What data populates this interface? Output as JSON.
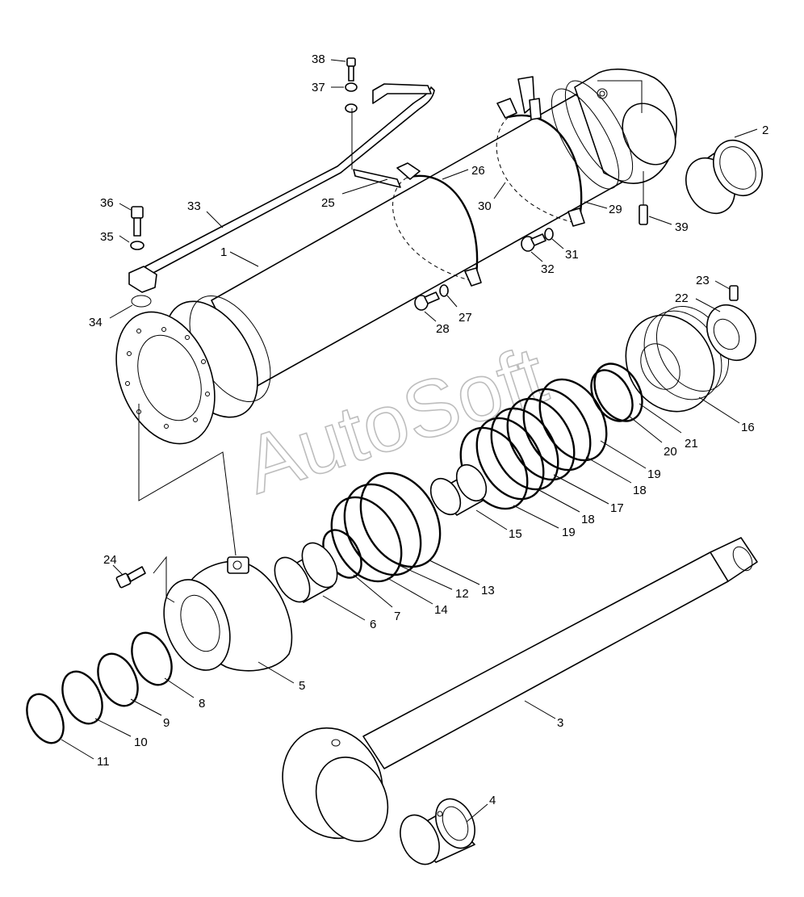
{
  "watermark": "AutoSoft",
  "callouts": [
    {
      "id": "p1",
      "label": "1"
    },
    {
      "id": "p2",
      "label": "2"
    },
    {
      "id": "p3",
      "label": "3"
    },
    {
      "id": "p4",
      "label": "4"
    },
    {
      "id": "p5",
      "label": "5"
    },
    {
      "id": "p6",
      "label": "6"
    },
    {
      "id": "p7",
      "label": "7"
    },
    {
      "id": "p8",
      "label": "8"
    },
    {
      "id": "p9",
      "label": "9"
    },
    {
      "id": "p10",
      "label": "10"
    },
    {
      "id": "p11",
      "label": "11"
    },
    {
      "id": "p12",
      "label": "12"
    },
    {
      "id": "p13",
      "label": "13"
    },
    {
      "id": "p14",
      "label": "14"
    },
    {
      "id": "p15",
      "label": "15"
    },
    {
      "id": "p16",
      "label": "16"
    },
    {
      "id": "p17",
      "label": "17"
    },
    {
      "id": "p18a",
      "label": "18"
    },
    {
      "id": "p18b",
      "label": "18"
    },
    {
      "id": "p19a",
      "label": "19"
    },
    {
      "id": "p19b",
      "label": "19"
    },
    {
      "id": "p20",
      "label": "20"
    },
    {
      "id": "p21",
      "label": "21"
    },
    {
      "id": "p22",
      "label": "22"
    },
    {
      "id": "p23",
      "label": "23"
    },
    {
      "id": "p24",
      "label": "24"
    },
    {
      "id": "p25",
      "label": "25"
    },
    {
      "id": "p26",
      "label": "26"
    },
    {
      "id": "p27",
      "label": "27"
    },
    {
      "id": "p28",
      "label": "28"
    },
    {
      "id": "p29",
      "label": "29"
    },
    {
      "id": "p30",
      "label": "30"
    },
    {
      "id": "p31",
      "label": "31"
    },
    {
      "id": "p32",
      "label": "32"
    },
    {
      "id": "p33",
      "label": "33"
    },
    {
      "id": "p34",
      "label": "34"
    },
    {
      "id": "p35",
      "label": "35"
    },
    {
      "id": "p36",
      "label": "36"
    },
    {
      "id": "p37",
      "label": "37"
    },
    {
      "id": "p38",
      "label": "38"
    },
    {
      "id": "p39",
      "label": "39"
    }
  ]
}
